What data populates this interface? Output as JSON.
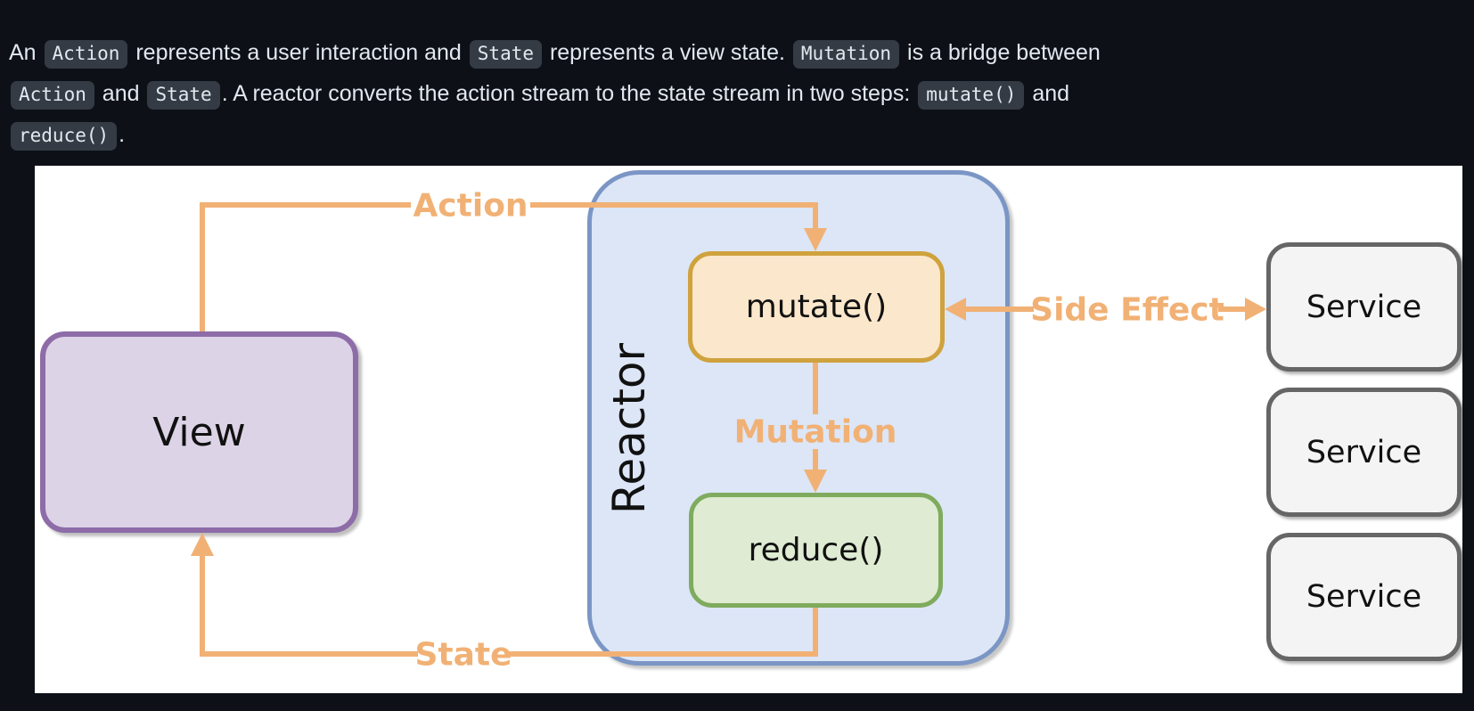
{
  "colors": {
    "page_bg": "#0d1117",
    "body_text": "#e2e8ef",
    "code_bg": "#343b44",
    "panel_bg": "#ffffff",
    "arrow": "#f1b175",
    "view_fill": "#ddd3e6",
    "view_border": "#8d6ca8",
    "reactor_fill": "#dce6f6",
    "reactor_border": "#7b96c5",
    "mutate_fill": "#fbe7cb",
    "mutate_border": "#cfa23d",
    "reduce_fill": "#dfebd2",
    "reduce_border": "#7fab5e",
    "service_fill": "#f4f4f4",
    "service_border": "#666666",
    "node_text": "#111111"
  },
  "intro": {
    "segments": [
      {
        "type": "text",
        "value": "An "
      },
      {
        "type": "code",
        "value": "Action"
      },
      {
        "type": "text",
        "value": " represents a user interaction and "
      },
      {
        "type": "code",
        "value": "State"
      },
      {
        "type": "text",
        "value": " represents a view state. "
      },
      {
        "type": "code",
        "value": "Mutation"
      },
      {
        "type": "text",
        "value": " is a bridge between"
      },
      {
        "type": "break",
        "value": ""
      },
      {
        "type": "code",
        "value": "Action"
      },
      {
        "type": "text",
        "value": " and "
      },
      {
        "type": "code",
        "value": "State"
      },
      {
        "type": "text",
        "value": ". A reactor converts the action stream to the state stream in two steps: "
      },
      {
        "type": "code",
        "value": "mutate()"
      },
      {
        "type": "text",
        "value": " and"
      },
      {
        "type": "break",
        "value": ""
      },
      {
        "type": "code",
        "value": "reduce()"
      },
      {
        "type": "text",
        "value": "."
      }
    ]
  },
  "diagram": {
    "nodes": {
      "view": {
        "label": "View"
      },
      "reactor": {
        "label": "Reactor"
      },
      "mutate": {
        "label": "mutate()"
      },
      "reduce": {
        "label": "reduce()"
      },
      "services": [
        {
          "label": "Service"
        },
        {
          "label": "Service"
        },
        {
          "label": "Service"
        }
      ]
    },
    "edges": {
      "action": {
        "label": "Action"
      },
      "mutation": {
        "label": "Mutation"
      },
      "state": {
        "label": "State"
      },
      "side_effect": {
        "label": "Side Effect"
      }
    }
  }
}
